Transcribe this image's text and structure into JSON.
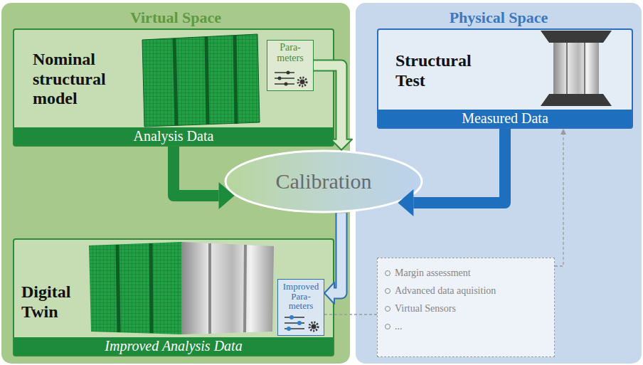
{
  "diagram": {
    "nodes": [
      {
        "text": [
          "Virtual Space"
        ]
      },
      {
        "text": [
          "Nominal structural model",
          "Analysis Data"
        ],
        "in": 0
      },
      {
        "text": [
          "Para- meters"
        ],
        "in": 1
      },
      {
        "text": [
          "Physical Space"
        ]
      },
      {
        "text": [
          "Structural Test",
          "Measured Data"
        ],
        "in": 3
      },
      {
        "text": [
          "Calibration"
        ]
      },
      {
        "text": [
          "Digital Twin",
          "Improved Analysis Data"
        ],
        "in": 0
      },
      {
        "text": [
          "Improved Para- meters"
        ],
        "in": 6
      },
      {
        "text": [
          "Margin assessment",
          "Advanced data aquisition",
          "Virtual Sensors",
          "..."
        ],
        "in": 3
      }
    ],
    "edges": [
      {
        "from": 1,
        "to": 5,
        "arrow": "to"
      },
      {
        "from": 2,
        "to": 5,
        "arrow": "to"
      },
      {
        "from": 4,
        "to": 5,
        "arrow": "to"
      },
      {
        "from": 5,
        "to": 7,
        "arrow": "to"
      },
      {
        "from": 7,
        "to": 8,
        "arrow": "none"
      },
      {
        "from": 8,
        "to": 4,
        "arrow": "to"
      }
    ]
  }
}
